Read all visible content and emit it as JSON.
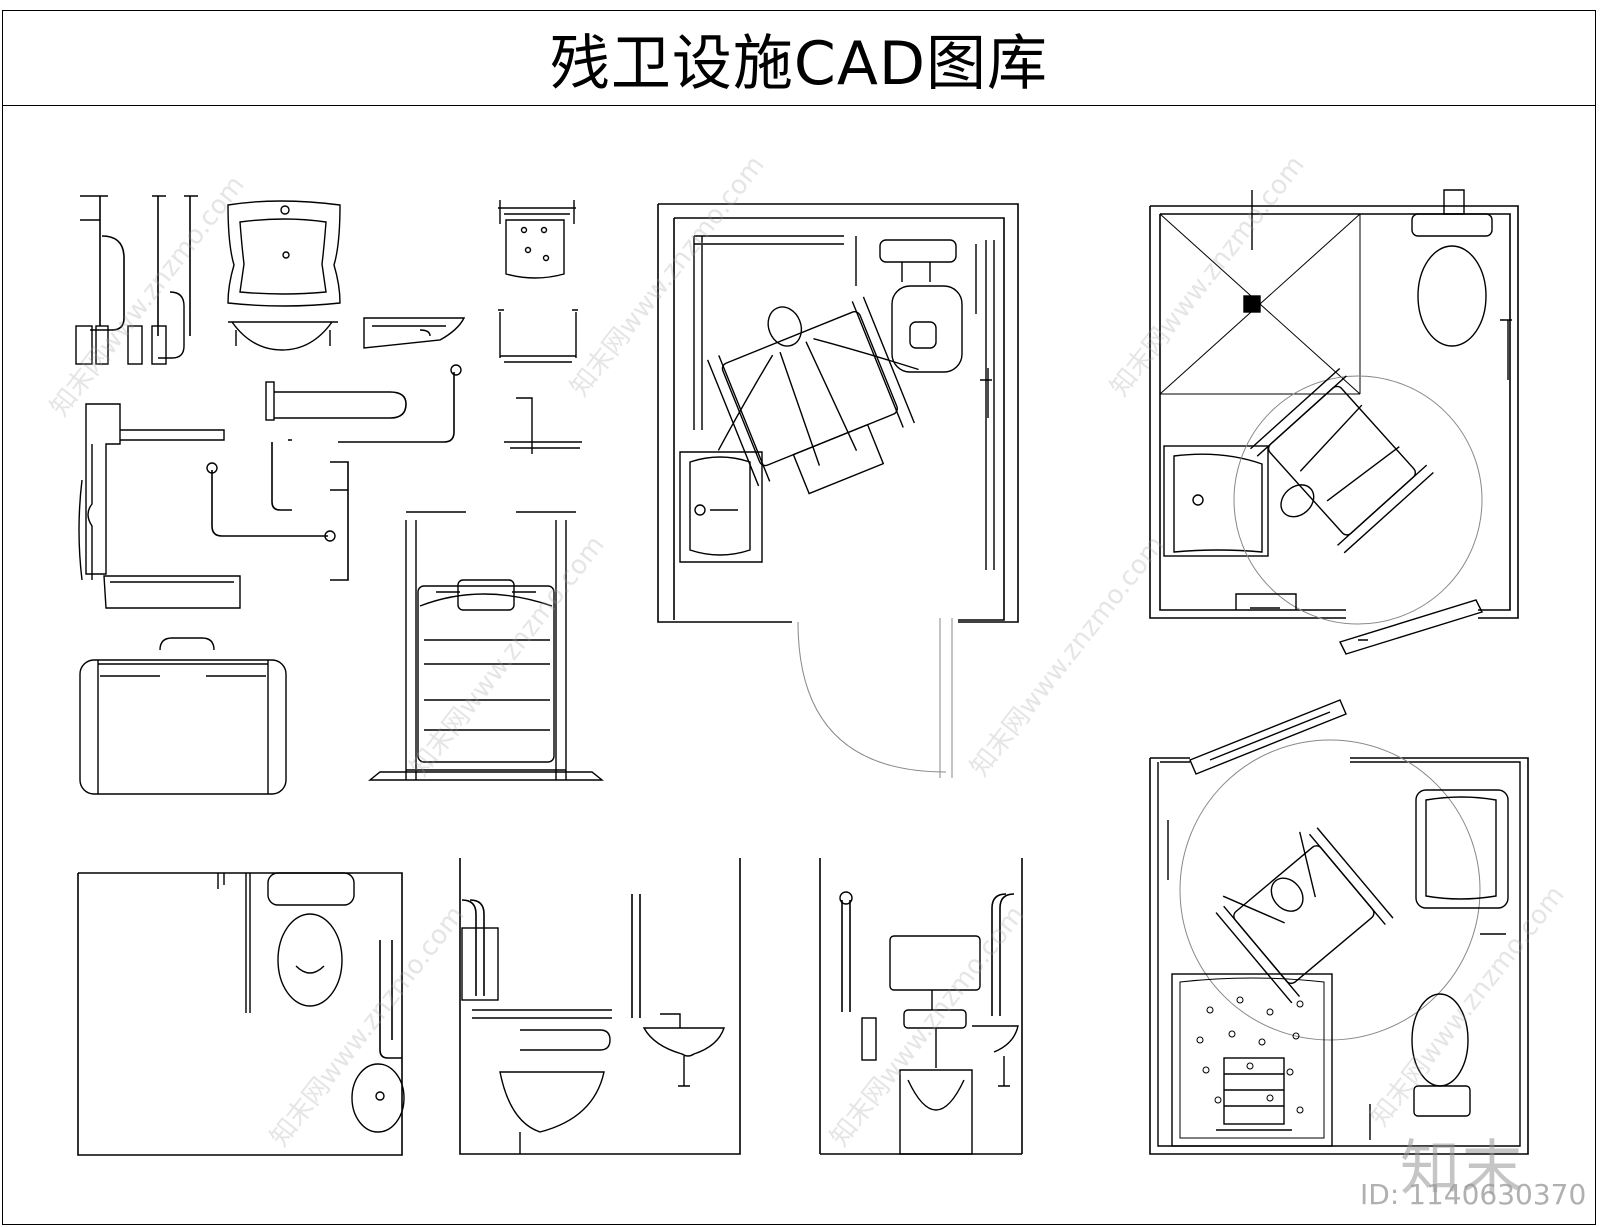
{
  "title": "残卫设施CAD图库",
  "watermark": {
    "text": "知末网www.znzmo.com",
    "logo": "知末",
    "id_label": "ID: 1140630370"
  },
  "components": {
    "grab_bars": "grab-bar-icon",
    "washbasins": "washbasin-icon",
    "toilets": "toilet-icon",
    "wheelchairs": "wheelchair-icon",
    "shower_seat": "shower-seat-icon"
  },
  "colors": {
    "line": "#000000",
    "thin_line": "#555555",
    "watermark": "#a0a0a0"
  }
}
